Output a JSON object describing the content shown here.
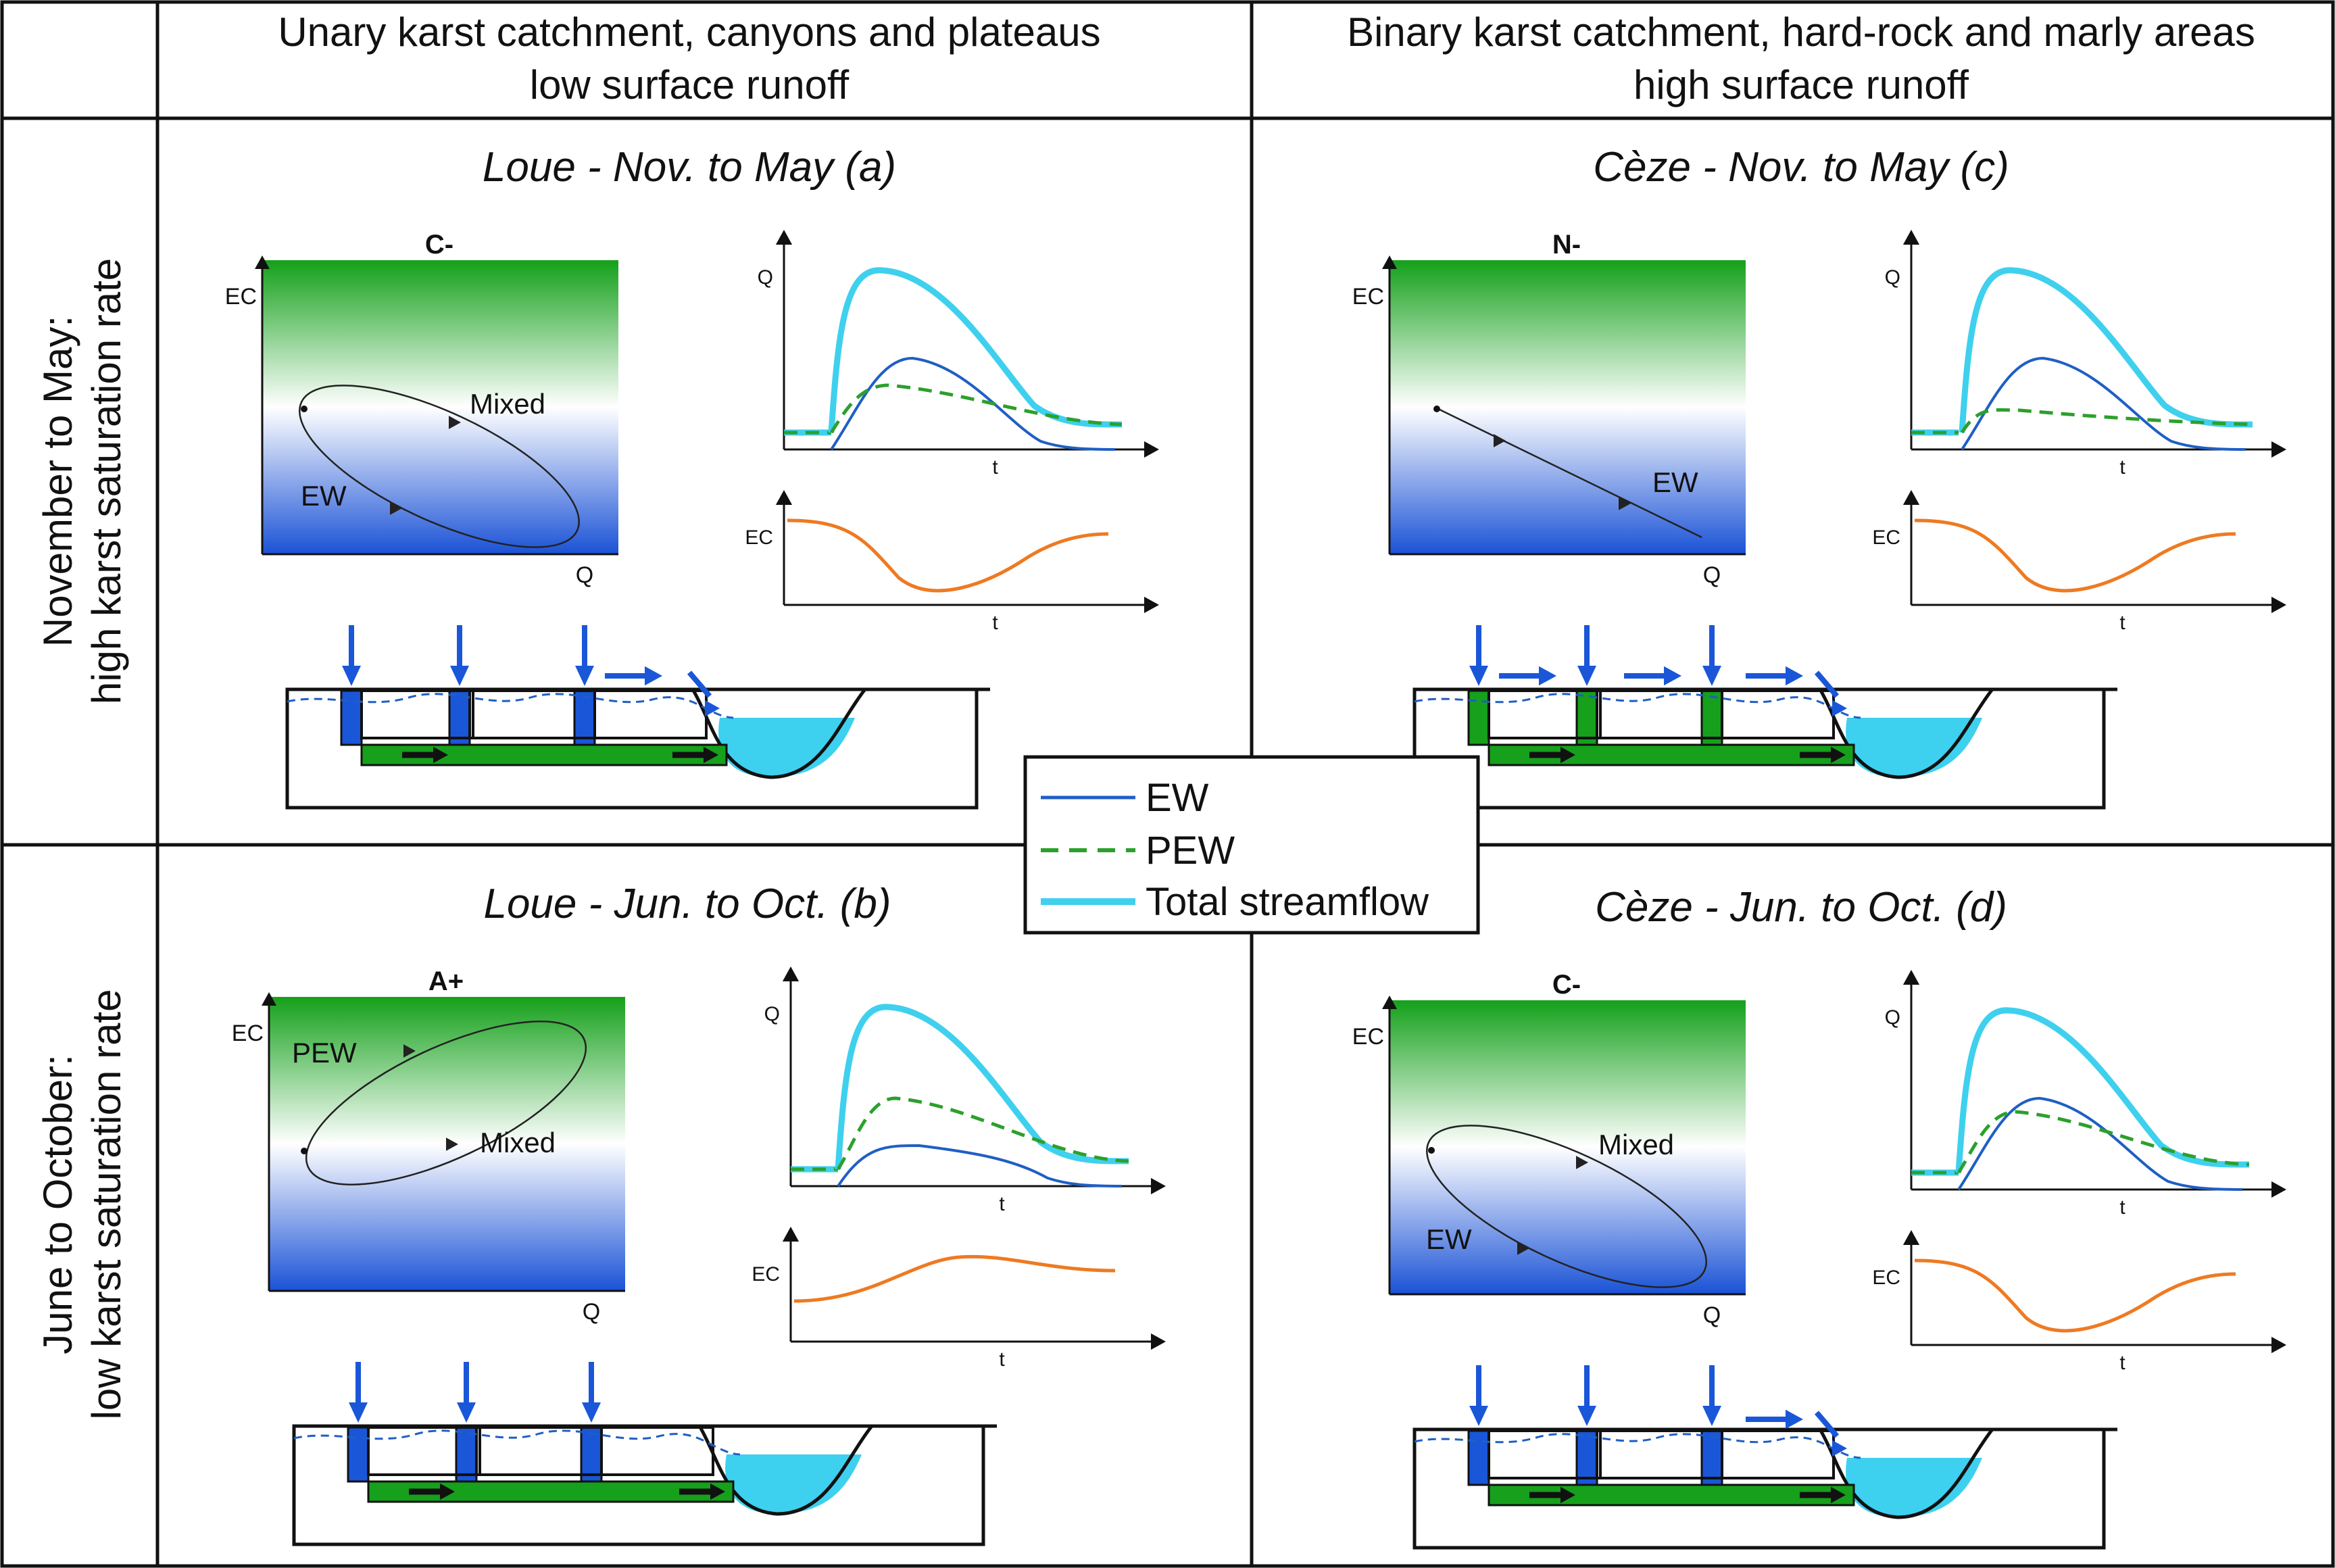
{
  "columns": [
    {
      "line1": "Unary karst catchment, canyons and plateaus",
      "line2": "low surface runoff"
    },
    {
      "line1": "Binary karst catchment, hard-rock and marly areas",
      "line2": "high surface runoff"
    }
  ],
  "rows": [
    {
      "line1": "November to May:",
      "line2": "high karst saturation rate"
    },
    {
      "line1": "June to October:",
      "line2": "low karst saturation rate"
    }
  ],
  "panels": [
    {
      "title": "Loue - Nov. to May (a)",
      "code": "C-",
      "loop_labels": [
        "Mixed",
        "EW"
      ]
    },
    {
      "title": "Cèze - Nov. to May (c)",
      "code": "N-",
      "loop_labels": [
        "EW"
      ]
    },
    {
      "title": "Loue - Jun. to Oct. (b)",
      "code": "A+",
      "loop_labels": [
        "PEW",
        "Mixed"
      ]
    },
    {
      "title": "Cèze - Jun. to Oct. (d)",
      "code": "C-",
      "loop_labels": [
        "Mixed",
        "EW"
      ]
    }
  ],
  "axes": {
    "ec": "EC",
    "q": "Q",
    "t": "t"
  },
  "legend": {
    "ew": "EW",
    "pew": "PEW",
    "total": "Total streamflow"
  },
  "colors": {
    "ew": "#1f5fc4",
    "pew": "#2ca02c",
    "total": "#3fd0ee",
    "ec": "#ee7a22",
    "green": "#16a01c",
    "blue": "#1a56d8",
    "water": "#3ed0ef",
    "arrow": "#1a56d8"
  }
}
